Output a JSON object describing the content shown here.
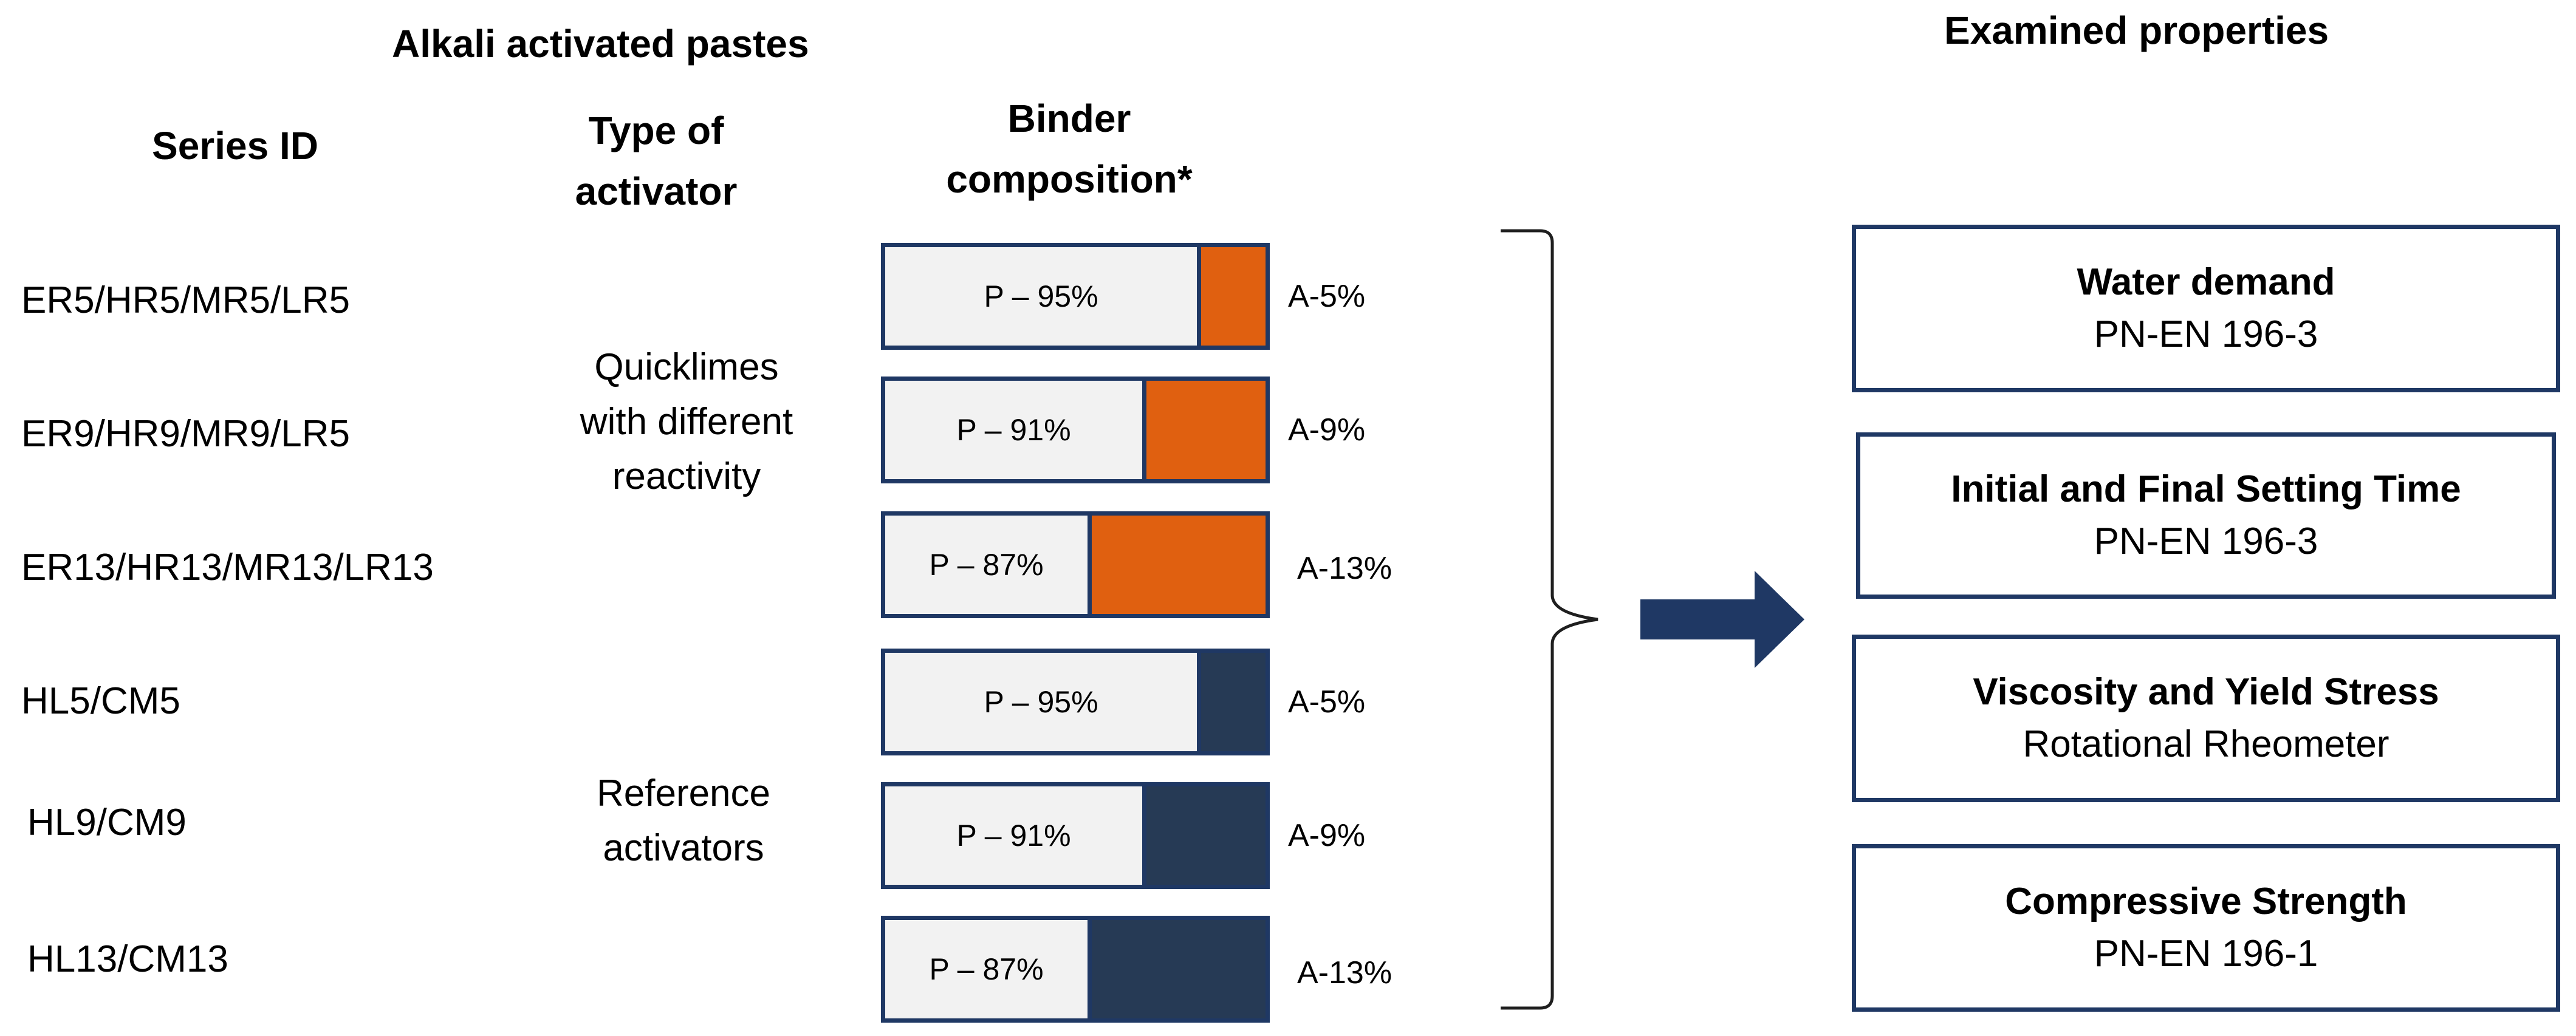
{
  "headers": {
    "title": "Alkali activated pastes",
    "series_id": "Series ID",
    "activator_line1": "Type of",
    "activator_line2": "activator",
    "binder_line1": "Binder",
    "binder_line2": "composition*",
    "properties": "Examined properties"
  },
  "rows": [
    {
      "series": "ER5/HR5/MR5/LR5",
      "p_label": "P – 95%",
      "a_label": "A-5%",
      "a_share": 0.05,
      "a_color": "#e06010"
    },
    {
      "series": "ER9/HR9/MR9/LR5",
      "p_label": "P – 91%",
      "a_label": "A-9%",
      "a_share": 0.09,
      "a_color": "#e06010"
    },
    {
      "series": "ER13/HR13/MR13/LR13",
      "p_label": "P – 87%",
      "a_label": "A-13%",
      "a_share": 0.13,
      "a_color": "#e06010"
    },
    {
      "series": "HL5/CM5",
      "p_label": "P – 95%",
      "a_label": "A-5%",
      "a_share": 0.05,
      "a_color": "#263a55"
    },
    {
      "series": "HL9/CM9",
      "p_label": "P – 91%",
      "a_label": "A-9%",
      "a_share": 0.09,
      "a_color": "#263a55"
    },
    {
      "series": "HL13/CM13",
      "p_label": "P – 87%",
      "a_label": "A-13%",
      "a_share": 0.13,
      "a_color": "#263a55"
    }
  ],
  "activators": {
    "quicklimes": [
      "Quicklimes",
      "with different",
      "reactivity"
    ],
    "reference": [
      "Reference",
      "activators"
    ]
  },
  "properties": [
    {
      "title": "Water demand",
      "standard": "PN-EN 196-3"
    },
    {
      "title": "Initial and Final Setting Time",
      "standard": "PN-EN 196-3"
    },
    {
      "title": "Viscosity and Yield Stress",
      "standard": "Rotational Rheometer"
    },
    {
      "title": "Compressive Strength",
      "standard": "PN-EN 196-1"
    }
  ],
  "colors": {
    "frame": "#1f3864",
    "quicklime_fill": "#e06010",
    "reference_fill": "#263a55",
    "arrow": "#1f3864"
  }
}
